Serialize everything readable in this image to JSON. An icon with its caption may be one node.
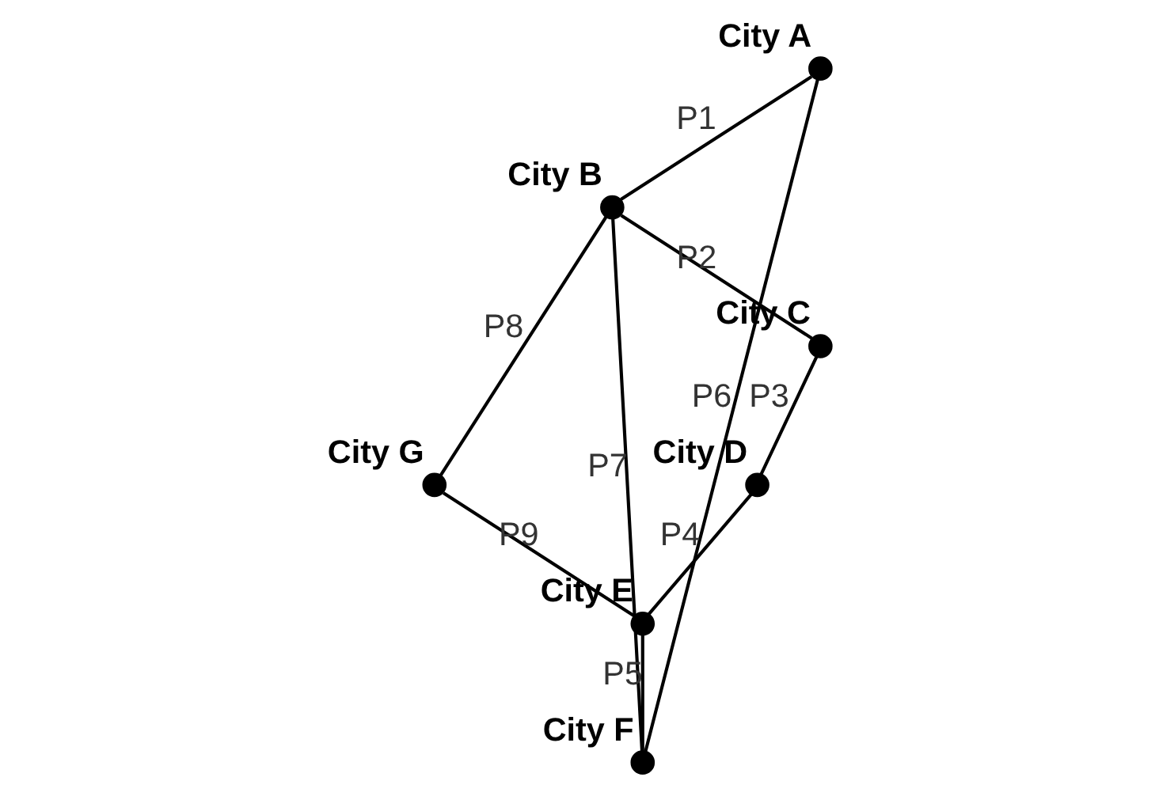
{
  "diagram": {
    "nodes": [
      {
        "text": [
          "City A"
        ]
      },
      {
        "text": [
          "City B"
        ]
      },
      {
        "text": [
          "City C"
        ]
      },
      {
        "text": [
          "City D"
        ]
      },
      {
        "text": [
          "City E"
        ]
      },
      {
        "text": [
          "City F"
        ]
      },
      {
        "text": [
          "City G"
        ]
      }
    ],
    "edges": [
      {
        "from": 0,
        "to": 1,
        "arrow": "none",
        "label": "P1"
      },
      {
        "from": 1,
        "to": 2,
        "arrow": "none",
        "label": "P2"
      },
      {
        "from": 2,
        "to": 3,
        "arrow": "none",
        "label": "P3"
      },
      {
        "from": 3,
        "to": 4,
        "arrow": "none",
        "label": "P4"
      },
      {
        "from": 4,
        "to": 5,
        "arrow": "none",
        "label": "P5"
      },
      {
        "from": 0,
        "to": 5,
        "arrow": "none",
        "label": "P6"
      },
      {
        "from": 1,
        "to": 5,
        "arrow": "none",
        "label": "P7"
      },
      {
        "from": 1,
        "to": 6,
        "arrow": "none",
        "label": "P8"
      },
      {
        "from": 6,
        "to": 4,
        "arrow": "none",
        "label": "P9"
      }
    ]
  }
}
